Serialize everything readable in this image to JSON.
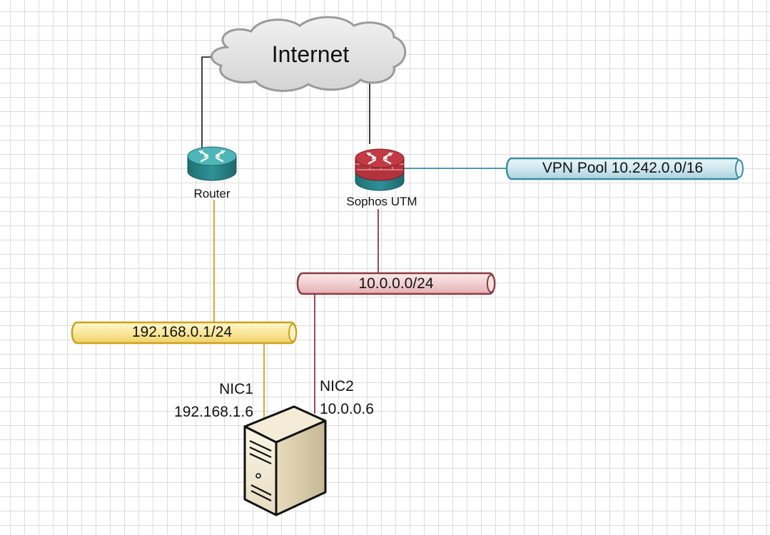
{
  "diagram": {
    "cloud": {
      "label": "Internet"
    },
    "devices": {
      "router": {
        "label": "Router",
        "icon": "router-icon"
      },
      "utm": {
        "label": "Sophos UTM",
        "icon": "firewall-router-icon"
      },
      "server": {
        "icon": "server-tower-icon"
      }
    },
    "networks": {
      "vpn": {
        "label": "VPN Pool 10.242.0.0/16",
        "color": "#3a8ea0"
      },
      "ten": {
        "label": "10.0.0.0/24",
        "color": "#9c3c44"
      },
      "lan192": {
        "label": "192.168.0.1/24",
        "color": "#c9a21c"
      }
    },
    "nics": {
      "nic1": {
        "name": "NIC1",
        "ip": "192.168.1.6"
      },
      "nic2": {
        "name": "NIC2",
        "ip": "10.0.0.6"
      }
    },
    "colors": {
      "internet_link": "#111111",
      "yellow_link": "#d0a21c",
      "red_link": "#8a3a42",
      "teal_link": "#3a8ea0"
    }
  }
}
